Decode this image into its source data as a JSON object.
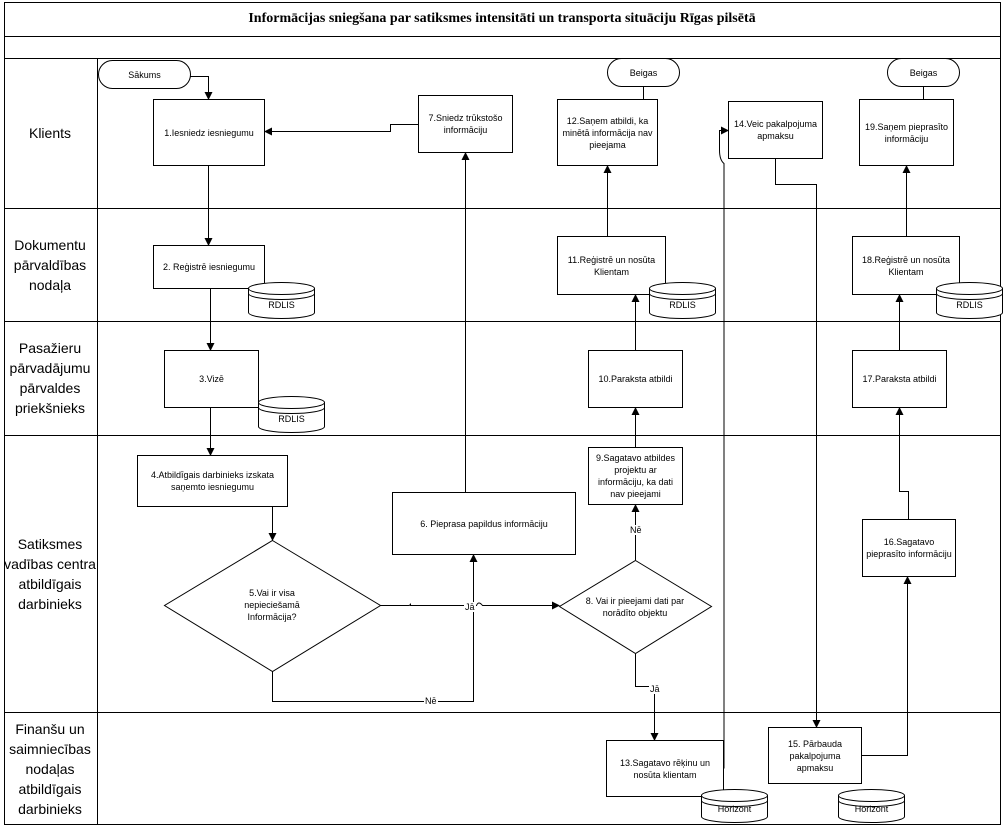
{
  "title": "Informācijas sniegšana par satiksmes intensitāti un transporta situāciju Rīgas pilsētā",
  "lanes": {
    "klients": "Klients",
    "dokumentu": "Dokumentu pārvaldības nodaļa",
    "pasazieru": "Pasažieru pārvadājumu pārvaldes priekšnieks",
    "satiksmes": "Satiksmes vadības centra atbildīgais darbinieks",
    "finansu": "Finanšu un saimniecības nodaļas atbildīgais darbinieks"
  },
  "terminals": {
    "start": "Sākums",
    "end1": "Beigas",
    "end2": "Beigas"
  },
  "steps": {
    "s1": "1.Iesniedz iesniegumu",
    "s2": "2. Reģistrē iesniegumu",
    "s3": "3.Vizē",
    "s4": "4.Atbildīgais darbinieks izskata saņemto iesniegumu",
    "s5": "5.Vai ir visa nepieciešamā Informācija?",
    "s6": "6. Pieprasa papildus informāciju",
    "s7": "7.Sniedz trūkstošo informāciju",
    "s8": "8. Vai ir pieejami dati par norādīto objektu",
    "s9": "9.Sagatavo atbildes projektu ar informāciju, ka dati nav pieejami",
    "s10": "10.Paraksta atbildi",
    "s11": "11.Reģistrē un nosūta Klientam",
    "s12": "12.Saņem atbildi, ka minētā informācija nav pieejama",
    "s13": "13.Sagatavo rēķinu un nosūta klientam",
    "s14": "14.Veic pakalpojuma apmaksu",
    "s15": "15. Pārbauda pakalpojuma apmaksu",
    "s16": "16.Sagatavo pieprasīto informāciju",
    "s17": "17.Paraksta atbildi",
    "s18": "18.Reģistrē un nosūta Klientam",
    "s19": "19.Saņem pieprasīto informāciju"
  },
  "databases": {
    "db1": "RDLIS",
    "db2": "RDLIS",
    "db3": "RDLIS",
    "db4": "RDLIS",
    "db5": "Horizont",
    "db6": "Horizont"
  },
  "edge_labels": {
    "ja1": "Jā",
    "ne1": "Nē",
    "ne2": "Nē",
    "ja2": "Jā"
  }
}
